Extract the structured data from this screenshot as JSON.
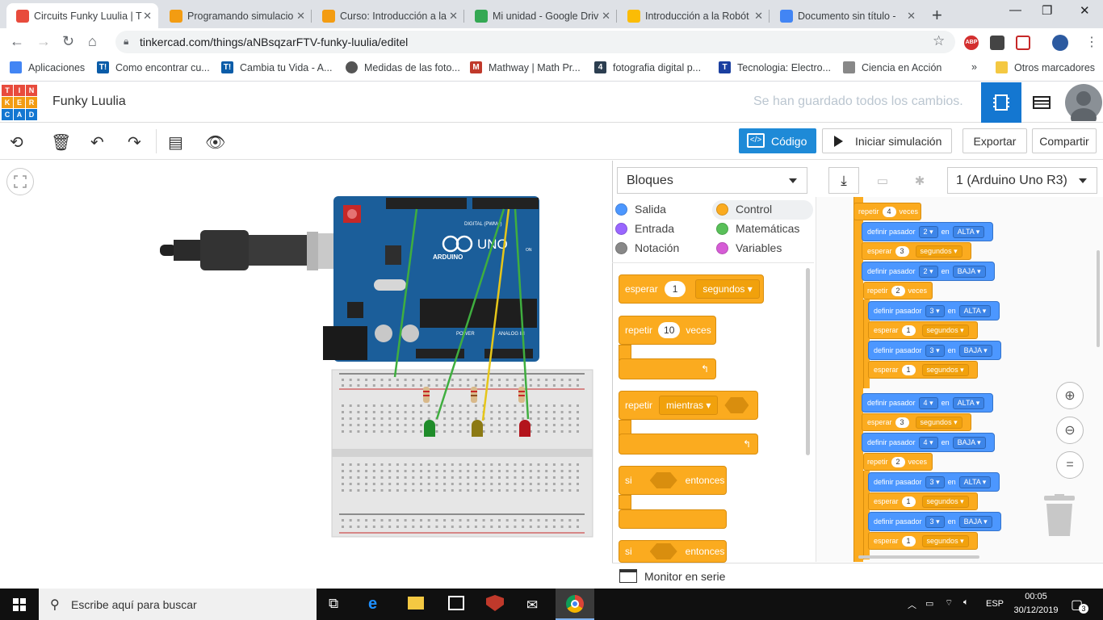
{
  "browser": {
    "tabs": [
      {
        "label": "Circuits Funky Luulia | T",
        "favicon_color": "#e84b3c",
        "active": true
      },
      {
        "label": "Programando simulacio",
        "favicon_color": "#f39c12"
      },
      {
        "label": "Curso: Introducción a la",
        "favicon_color": "#f39c12"
      },
      {
        "label": "Mi unidad - Google Driv",
        "favicon_color": "#34a853"
      },
      {
        "label": "Introducción a la Robót",
        "favicon_color": "#fbbc05"
      },
      {
        "label": "Documento sin título - ",
        "favicon_color": "#4285f4"
      }
    ],
    "url": "tinkercad.com/things/aNBsqzarFTV-funky-luulia/editel",
    "bookmarks": [
      {
        "label": "Aplicaciones",
        "icon_color": "#4285f4",
        "icon": "apps-icon"
      },
      {
        "label": "Como encontrar cu...",
        "icon_color": "#0a5ca8",
        "icon": "T!"
      },
      {
        "label": "Cambia tu Vida - A...",
        "icon_color": "#0a5ca8",
        "icon": "T!"
      },
      {
        "label": "Medidas de las foto...",
        "icon_color": "#555",
        "icon": "globe-icon"
      },
      {
        "label": "Mathway | Math Pr...",
        "icon_color": "#c0392b",
        "icon": "M"
      },
      {
        "label": "fotografia digital p...",
        "icon_color": "#2c3e50",
        "icon": "4"
      },
      {
        "label": "Tecnologia: Electro...",
        "icon_color": "#1a3fa0",
        "icon": "T"
      },
      {
        "label": "Ciencia en Acción",
        "icon_color": "#888",
        "icon": "flask-icon"
      }
    ],
    "other_bookmarks": "Otros marcadores",
    "more_bookmarks": "»"
  },
  "app": {
    "logo_letters": [
      "T",
      "I",
      "N",
      "K",
      "E",
      "R",
      "C",
      "A",
      "D"
    ],
    "logo_colors": [
      "#e84b3c",
      "#e84b3c",
      "#e84b3c",
      "#f39c12",
      "#f39c12",
      "#f39c12",
      "#1477d1",
      "#1477d1",
      "#1477d1"
    ],
    "title": "Funky Luulia",
    "saved_status": "Se han guardado todos los cambios.",
    "accent": "#1477d1"
  },
  "toolbar": {
    "code_label": "Código",
    "sim_label": "Iniciar simulación",
    "export_label": "Exportar",
    "share_label": "Compartir"
  },
  "codepanel": {
    "mode": "Bloques",
    "board": "1 (Arduino Uno R3)",
    "categories": [
      {
        "label": "Salida",
        "color": "#4c97ff"
      },
      {
        "label": "Control",
        "color": "#fbab1f"
      },
      {
        "label": "Entrada",
        "color": "#9966ff"
      },
      {
        "label": "Matemáticas",
        "color": "#59c059"
      },
      {
        "label": "Notación",
        "color": "#888888"
      },
      {
        "label": "Variables",
        "color": "#d65cd6"
      }
    ],
    "palette": {
      "wait_label": "esperar",
      "wait_value": "1",
      "wait_unit": "segundos",
      "repeat_label": "repetir",
      "repeat_value": "10",
      "repeat_times": "veces",
      "repeat_while_label": "repetir",
      "repeat_while_mode": "mientras",
      "if_label": "si",
      "if_then": "entonces",
      "if2_label": "si",
      "if2_then": "entonces"
    },
    "script": {
      "top_repeat": {
        "label": "repetir",
        "value": "4",
        "suffix": "veces"
      },
      "lines": [
        {
          "kind": "set",
          "text": "definir pasador",
          "pin": "2",
          "en": "en",
          "level": "ALTA"
        },
        {
          "kind": "wait",
          "text": "esperar",
          "value": "3",
          "unit": "segundos"
        },
        {
          "kind": "set",
          "text": "definir pasador",
          "pin": "2",
          "en": "en",
          "level": "BAJA"
        },
        {
          "kind": "repeat",
          "text": "repetir",
          "value": "2",
          "suffix": "veces"
        },
        {
          "kind": "set",
          "text": "definir pasador",
          "pin": "3",
          "en": "en",
          "level": "ALTA"
        },
        {
          "kind": "wait",
          "text": "esperar",
          "value": "1",
          "unit": "segundos"
        },
        {
          "kind": "set",
          "text": "definir pasador",
          "pin": "3",
          "en": "en",
          "level": "BAJA"
        },
        {
          "kind": "wait",
          "text": "esperar",
          "value": "1",
          "unit": "segundos"
        },
        {
          "kind": "set",
          "text": "definir pasador",
          "pin": "4",
          "en": "en",
          "level": "ALTA"
        },
        {
          "kind": "wait",
          "text": "esperar",
          "value": "3",
          "unit": "segundos"
        },
        {
          "kind": "set",
          "text": "definir pasador",
          "pin": "4",
          "en": "en",
          "level": "BAJA"
        },
        {
          "kind": "repeat",
          "text": "repetir",
          "value": "2",
          "suffix": "veces"
        },
        {
          "kind": "set",
          "text": "definir pasador",
          "pin": "3",
          "en": "en",
          "level": "ALTA"
        },
        {
          "kind": "wait",
          "text": "esperar",
          "value": "1",
          "unit": "segundos"
        },
        {
          "kind": "set",
          "text": "definir pasador",
          "pin": "3",
          "en": "en",
          "level": "BAJA"
        },
        {
          "kind": "wait",
          "text": "esperar",
          "value": "1",
          "unit": "segundos"
        }
      ]
    },
    "serial_monitor": "Monitor en serie"
  },
  "board": {
    "name": "UNO",
    "brand": "ARDUINO",
    "digital_label": "DIGITAL (PWM~)",
    "power_label": "POWER",
    "analog_label": "ANALOG IN",
    "on_label": "ON",
    "led_colors": [
      "#1f8c2a",
      "#8c7a14",
      "#b3141c"
    ]
  },
  "taskbar": {
    "search_placeholder": "Escribe aquí para buscar",
    "lang": "ESP",
    "time": "00:05",
    "date": "30/12/2019",
    "notifications": "3"
  }
}
